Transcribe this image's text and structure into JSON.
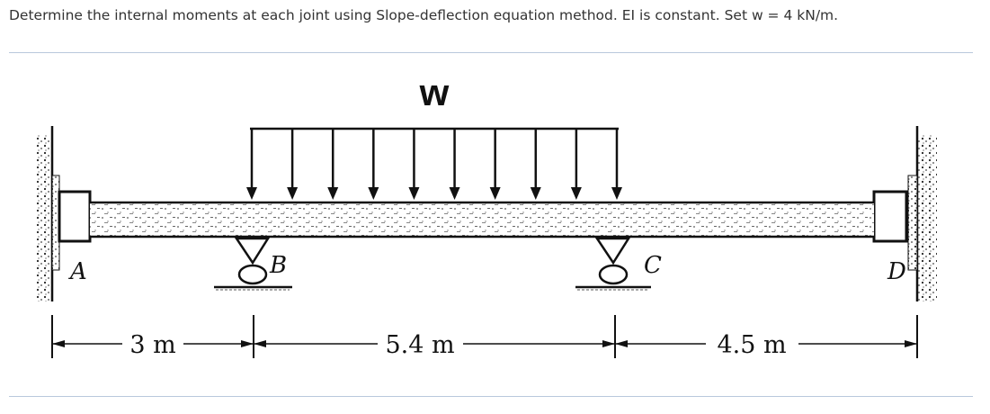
{
  "question": "Determine the internal moments at each joint using Slope-deflection equation method. EI is constant. Set w = 4 kN/m.",
  "diagram": {
    "load_label": "w",
    "supports": {
      "a": "A",
      "b": "B",
      "c": "C",
      "d": "D"
    },
    "dimensions": {
      "ab": "3 m",
      "bc": "5.4 m",
      "cd": "4.5 m"
    }
  }
}
